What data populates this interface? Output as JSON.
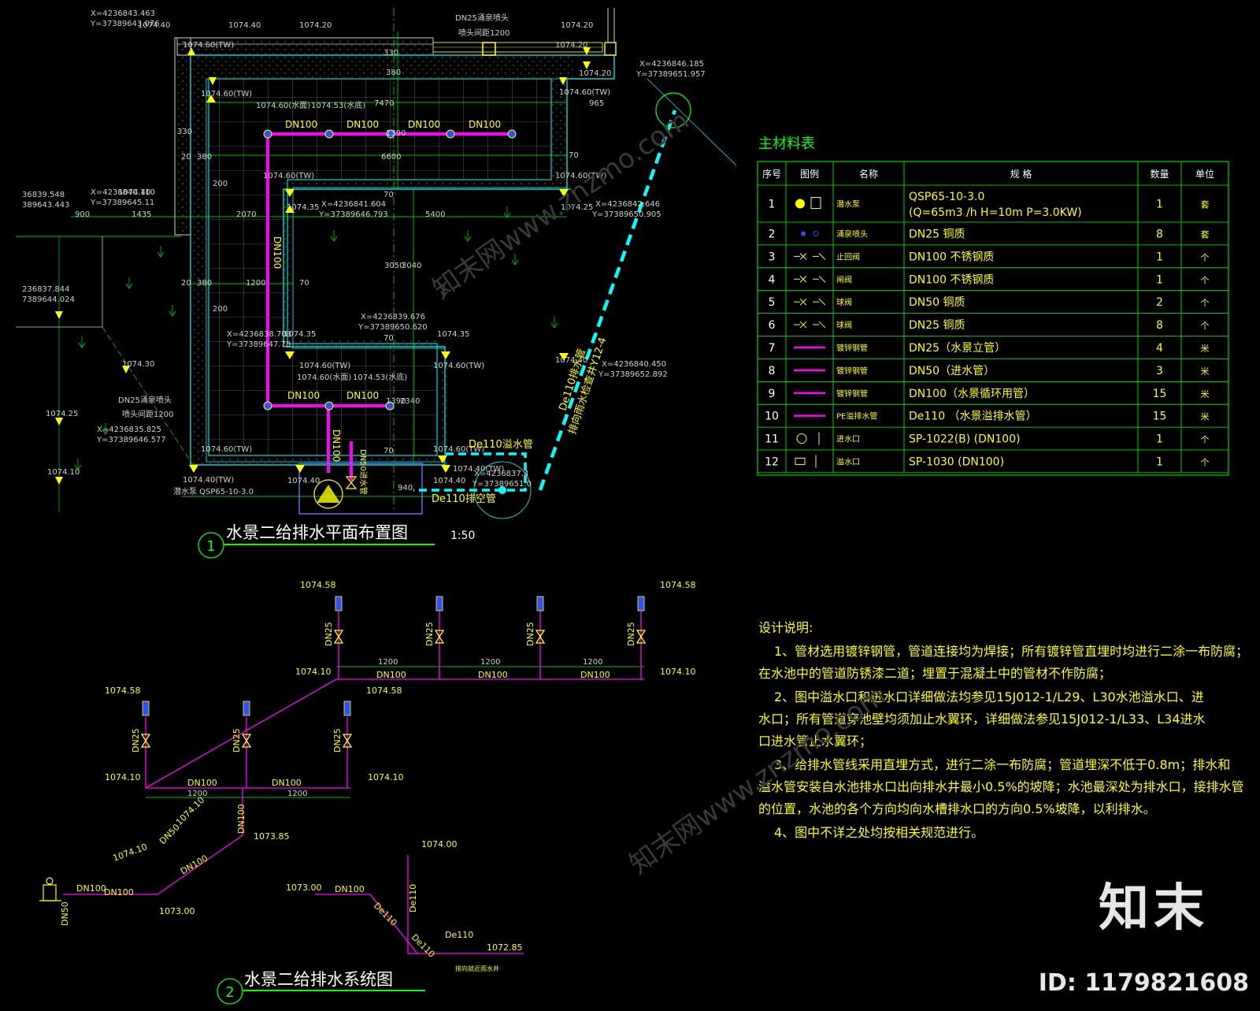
{
  "plan": {
    "title": "水景二给排水平面布置图",
    "scale": "1:50",
    "number": "1",
    "coords": [
      "X=4236843.463",
      "Y=37389643.076",
      "X=4236846.185",
      "Y=37389651.957",
      "X=4236840.110",
      "Y=37389645.11",
      "X=4236841.604",
      "Y=37389646.793",
      "X=4236842.646",
      "Y=37389650.905",
      "36839.548",
      "389643.443",
      "236837.844",
      "7389644.024",
      "X=4236838.708",
      "Y=37389647.78",
      "X=4236839.676",
      "Y=37389650.620",
      "X=4236840.450",
      "Y=37389652.892",
      "X=4236835.825",
      "Y=37389646.577",
      "X=4236837.4",
      "Y=37389651.0"
    ],
    "levels": [
      "1074.40",
      "1074.40",
      "1074.20",
      "1074.20",
      "1074.20",
      "1074.20",
      "1074.60(TW)",
      "1074.60(TW)",
      "1074.60(TW)",
      "1074.60(TW)",
      "1074.60(TW)",
      "1074.60(水面)",
      "1074.53(水底)",
      "1074.60(水面)",
      "1074.53(水底)",
      "1074.40",
      "1074.35",
      "1074.35",
      "1074.35",
      "1074.25",
      "1074.30",
      "1074.25",
      "1074.10",
      "1074.60(TW)",
      "1074.40(TW)",
      "1074.40(TW)",
      "1074.40",
      "1074.40",
      "1074.40",
      "1074.60(TW)",
      "1074.60(TW)",
      "1074.60(TW)"
    ],
    "dims": [
      "330",
      "380",
      "7470",
      "965",
      "1390",
      "6600",
      "330",
      "20",
      "380",
      "200",
      "900",
      "1435",
      "2070",
      "5400",
      "70",
      "1200",
      "70",
      "3040",
      "3050",
      "20",
      "380",
      "200",
      "70",
      "1390",
      "2340",
      "70",
      "70",
      "940"
    ],
    "pipe_labels": [
      "DN100",
      "DN100",
      "DN100",
      "DN100",
      "DN100",
      "DN100",
      "DN100",
      "DN100"
    ],
    "notes": {
      "dn25_nozzle": "DN25涌泉喷头",
      "nozzle_spacing": "喷头间距1200",
      "dn25_nozzle2": "DN25涌泉喷头",
      "nozzle_spacing2": "喷头间距1200",
      "pump": "潜水泵 QSP65-10-3.0",
      "overflow": "De110溢水管",
      "drain": "De110排空管",
      "to_well": "De110排水管",
      "to_well2": "排向雨水检查井Y12-4",
      "inlet": "DN50进水管"
    }
  },
  "system": {
    "title": "水景二给排水系统图",
    "number": "2",
    "upper_levels": [
      "1074.58",
      "1074.58",
      "1074.10",
      "1074.10"
    ],
    "upper_spans": [
      "1200",
      "1200",
      "1200"
    ],
    "upper_pipes": [
      "DN100",
      "DN100",
      "DN100"
    ],
    "upper_risers": [
      "DN25",
      "DN25",
      "DN25",
      "DN25"
    ],
    "lower_levels": [
      "1074.58",
      "1074.58",
      "1074.10",
      "1074.10"
    ],
    "lower_spans": [
      "1200",
      "1200"
    ],
    "lower_pipes": [
      "DN100",
      "DN100"
    ],
    "lower_risers": [
      "DN25",
      "DN25",
      "DN25"
    ],
    "misc": [
      "DN100",
      "1073.85",
      "DN50",
      "1074.10",
      "1074.10",
      "DN100",
      "DN100",
      "DN100",
      "DN50",
      "1073.00",
      "1073.00",
      "DN100",
      "De110",
      "De110",
      "De110",
      "De110",
      "1074.00",
      "1072.85",
      "排向就近雨水井"
    ]
  },
  "table": {
    "title": "主材料表",
    "headers": [
      "序号",
      "图例",
      "名称",
      "规    格",
      "数量",
      "单位"
    ],
    "rows": [
      {
        "no": "1",
        "name": "潜水泵",
        "spec": "QSP65-10-3.0",
        "spec2": "(Q=65m3 /h H=10m P=3.0KW)",
        "qty": "1",
        "unit": "套",
        "icon": "pump-icon"
      },
      {
        "no": "2",
        "name": "涌泉喷头",
        "spec": "DN25 铜质",
        "spec2": "",
        "qty": "8",
        "unit": "套",
        "icon": "nozzle-icon"
      },
      {
        "no": "3",
        "name": "止回阀",
        "spec": "DN100 不锈钢质",
        "spec2": "",
        "qty": "1",
        "unit": "个",
        "icon": "check-valve-icon"
      },
      {
        "no": "4",
        "name": "闸阀",
        "spec": "DN100 不锈钢质",
        "spec2": "",
        "qty": "1",
        "unit": "个",
        "icon": "gate-valve-icon"
      },
      {
        "no": "5",
        "name": "球阀",
        "spec": "DN50 铜质",
        "spec2": "",
        "qty": "2",
        "unit": "个",
        "icon": "ball-valve-icon"
      },
      {
        "no": "6",
        "name": "球阀",
        "spec": "DN25 铜质",
        "spec2": "",
        "qty": "8",
        "unit": "个",
        "icon": "ball-valve-icon"
      },
      {
        "no": "7",
        "name": "镀锌钢管",
        "spec": "DN25（水景立管）",
        "spec2": "",
        "qty": "4",
        "unit": "米",
        "icon": "pipe-line-icon"
      },
      {
        "no": "8",
        "name": "镀锌钢管",
        "spec": "DN50（进水管）",
        "spec2": "",
        "qty": "3",
        "unit": "米",
        "icon": "pipe-line-icon"
      },
      {
        "no": "9",
        "name": "镀锌钢管",
        "spec": "DN100（水景循环用管）",
        "spec2": "",
        "qty": "15",
        "unit": "米",
        "icon": "pipe-line-icon"
      },
      {
        "no": "10",
        "name": "PE溢排水管",
        "spec": "De110 （水景溢排水管）",
        "spec2": "",
        "qty": "15",
        "unit": "米",
        "icon": "pipe-line-icon"
      },
      {
        "no": "11",
        "name": "进水口",
        "spec": "SP-1022(B) (DN100)",
        "spec2": "",
        "qty": "1",
        "unit": "个",
        "icon": "inlet-icon"
      },
      {
        "no": "12",
        "name": "溢水口",
        "spec": "SP-1030 (DN100)",
        "spec2": "",
        "qty": "1",
        "unit": "个",
        "icon": "overflow-icon"
      }
    ]
  },
  "design_notes": {
    "title": "设计说明:",
    "lines": [
      "1、管材选用镀锌钢管，管道连接均为焊接；所有镀锌管直埋时均进行二涂一布防腐；",
      "在水池中的管道防锈漆二道；埋置于混凝土中的管材不作防腐；",
      "2、图中溢水口和进水口详细做法均参见15J012-1/L29、L30水池溢水口、进",
      "水口；所有管道穿池壁均须加止水翼环，详细做法参见15J012-1/L33、L34进水",
      "口进水管止水翼环；",
      "3、给排水管线采用直埋方式，进行二涂一布防腐；管道埋深不低于0.8m；排水和",
      "溢水管安装自水池排水口出向排水井最小0.5%的坡降；水池最深处为排水口，接排水管",
      "的位置，水池的各个方向均向水槽排水口的方向0.5%坡降，以利排水。",
      "4、图中不详之处均按相关规范进行。"
    ]
  },
  "watermark": {
    "logo": "知末",
    "id": "ID: 1179821608",
    "diag": "知末网www.znzmo.com"
  },
  "colors": {
    "bg": "#000000",
    "yellow": "#ffff00",
    "cyan": "#00ffff",
    "magenta": "#ff00ff",
    "green": "#00ff00",
    "white": "#ffffff",
    "blue": "#3050ff",
    "grey": "#808080"
  }
}
